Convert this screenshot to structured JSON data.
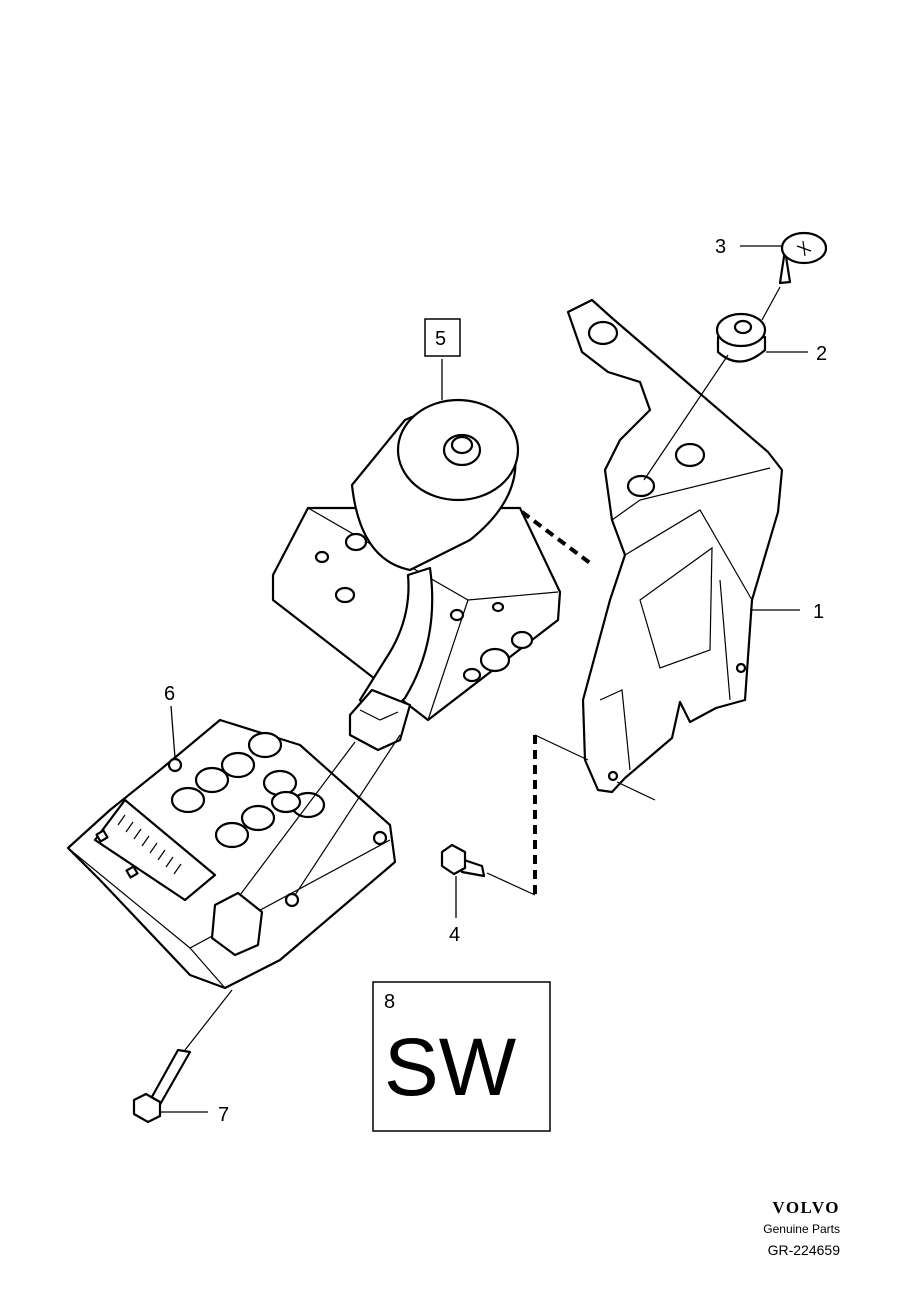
{
  "callouts": {
    "c1": "1",
    "c2": "2",
    "c3": "3",
    "c4": "4",
    "c5": "5",
    "c6": "6",
    "c7": "7",
    "c8": "8"
  },
  "sw_box": {
    "text": "SW"
  },
  "footer": {
    "brand": "VOLVO",
    "subtitle": "Genuine Parts",
    "ref": "GR-224659"
  }
}
